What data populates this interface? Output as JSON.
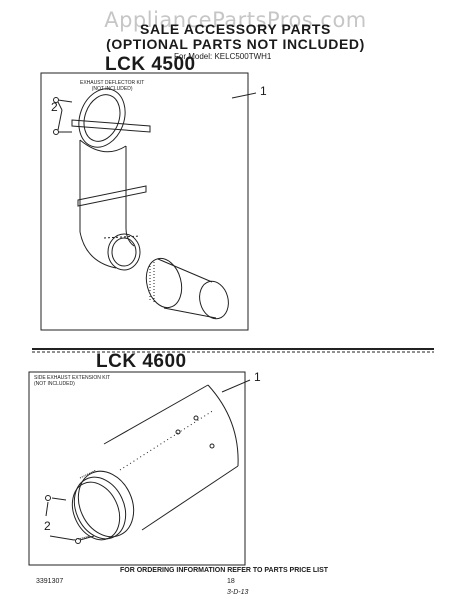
{
  "watermark": "AppliancePartsPros.com",
  "header": {
    "title_line1": "SALE ACCESSORY PARTS",
    "title_line2": "(OPTIONAL PARTS NOT INCLUDED)",
    "model": "For Model: KELC500TWH1"
  },
  "sections": [
    {
      "title": "LCK 4500",
      "kit_label_line1": "EXHAUST DEFLECTOR KIT",
      "kit_label_line2": "(NOT INCLUDED)",
      "callout_1": "1",
      "callout_2": "2"
    },
    {
      "title": "LCK 4600",
      "kit_label_line1": "SIDE EXHAUST EXTENSION KIT",
      "kit_label_line2": "(NOT INCLUDED)",
      "callout_1": "1",
      "callout_2": "2"
    }
  ],
  "footer": {
    "instruction": "FOR ORDERING INFORMATION REFER TO PARTS PRICE LIST",
    "part_number": "3391307",
    "page_number": "18",
    "date_code": "3-D-13"
  }
}
